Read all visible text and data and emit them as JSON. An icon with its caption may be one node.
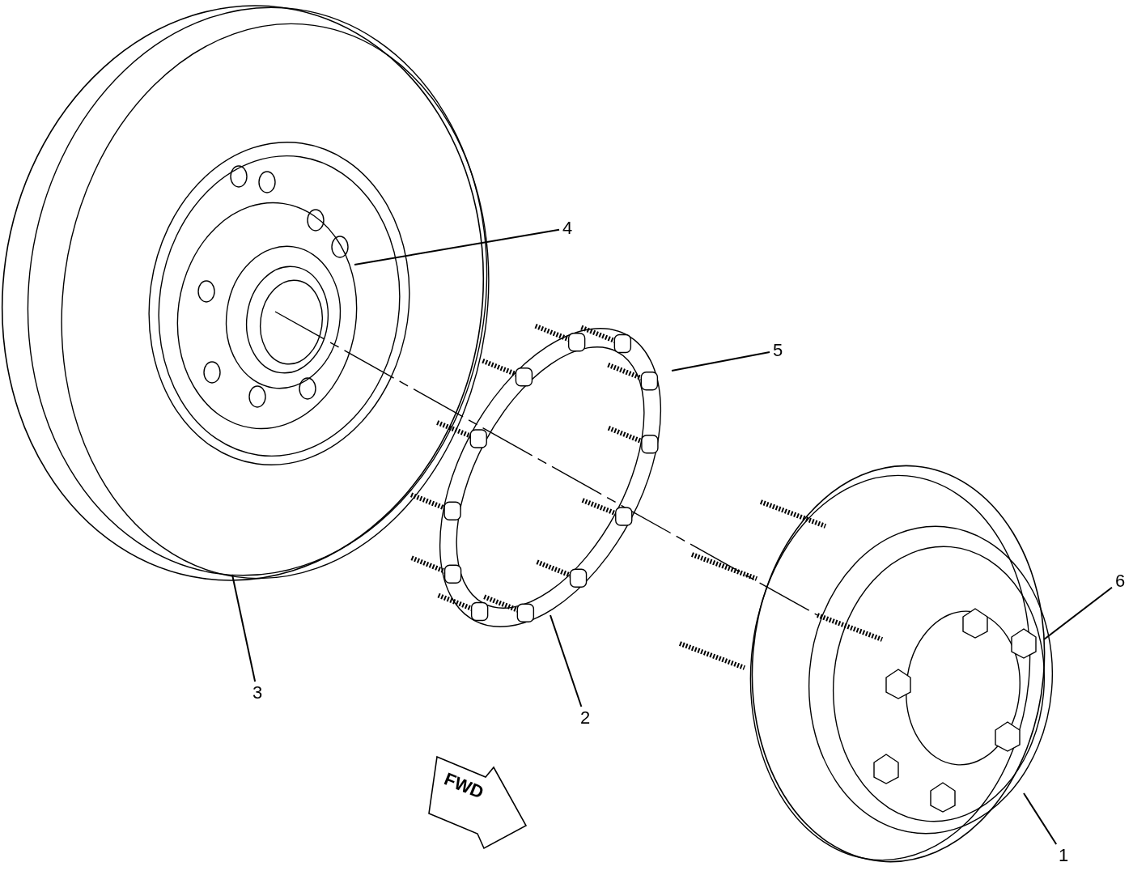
{
  "diagram": {
    "nodes": [
      {
        "text": [
          "4"
        ]
      },
      {
        "text": [
          "5"
        ]
      },
      {
        "text": [
          "6"
        ]
      },
      {
        "text": [
          "3"
        ]
      },
      {
        "text": [
          "2"
        ]
      },
      {
        "text": [
          "1"
        ]
      }
    ],
    "edges": [
      {
        "from": 0,
        "to": null,
        "arrow": "none"
      },
      {
        "from": 1,
        "to": null,
        "arrow": "none"
      },
      {
        "from": 2,
        "to": null,
        "arrow": "none"
      },
      {
        "from": 3,
        "to": null,
        "arrow": "none"
      },
      {
        "from": 4,
        "to": null,
        "arrow": "none"
      },
      {
        "from": 5,
        "to": null,
        "arrow": "none"
      }
    ],
    "labels": [
      "FWD"
    ]
  }
}
